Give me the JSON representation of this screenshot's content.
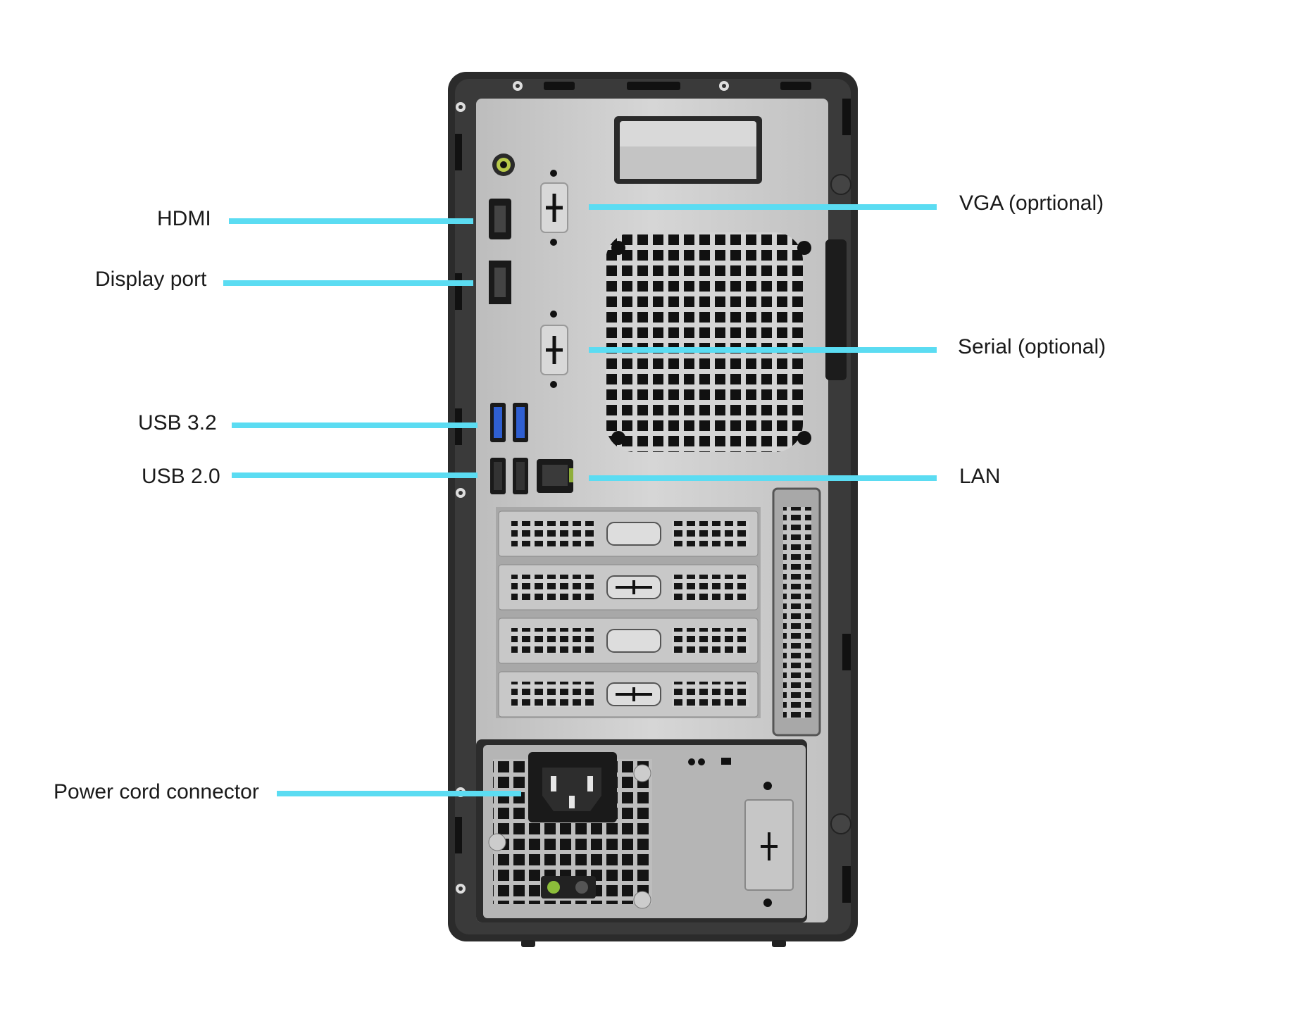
{
  "diagram": {
    "subject": "Desktop tower rear panel",
    "callout_color": "#5bdcf2",
    "chassis_color": "#2b2b2b",
    "panel_color": "#c9c9c9",
    "labels": {
      "hdmi": "HDMI",
      "display_port": "Display port",
      "usb32": "USB 3.2",
      "usb20": "USB 2.0",
      "power": "Power cord connector",
      "vga": "VGA (oprtional)",
      "serial": "Serial (optional)",
      "lan": "LAN"
    }
  }
}
